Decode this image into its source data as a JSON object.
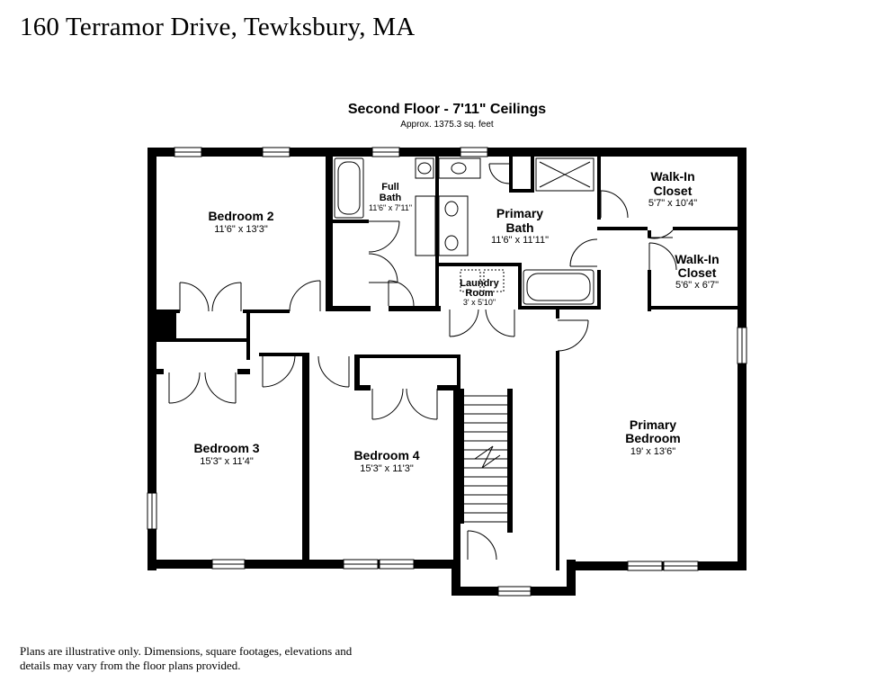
{
  "header": {
    "address": "160 Terramor Drive, Tewksbury, MA"
  },
  "floor": {
    "title": "Second Floor - 7'11\" Ceilings",
    "area": "Approx. 1375.3 sq. feet"
  },
  "rooms": {
    "bedroom2": {
      "name": "Bedroom 2",
      "dims": "11'6\" x 13'3\""
    },
    "full_bath": {
      "name_line1": "Full",
      "name_line2": "Bath",
      "dims": "11'6\" x 7'11\""
    },
    "primary_bath": {
      "name_line1": "Primary",
      "name_line2": "Bath",
      "dims": "11'6\" x 11'11\""
    },
    "walkin1": {
      "name_line1": "Walk-In",
      "name_line2": "Closet",
      "dims": "5'7\" x 10'4\""
    },
    "walkin2": {
      "name_line1": "Walk-In",
      "name_line2": "Closet",
      "dims": "5'6\" x 6'7\""
    },
    "laundry": {
      "name_line1": "Laundry",
      "name_line2": "Room",
      "dims": "3' x 5'10\""
    },
    "bedroom3": {
      "name": "Bedroom 3",
      "dims": "15'3\" x 11'4\""
    },
    "bedroom4": {
      "name": "Bedroom 4",
      "dims": "15'3\" x 11'3\""
    },
    "primary_bedroom": {
      "name_line1": "Primary",
      "name_line2": "Bedroom",
      "dims": "19' x 13'6\""
    }
  },
  "footer": {
    "disclaimer": "Plans are illustrative only. Dimensions, square footages, elevations and details may vary from the floor plans provided."
  }
}
